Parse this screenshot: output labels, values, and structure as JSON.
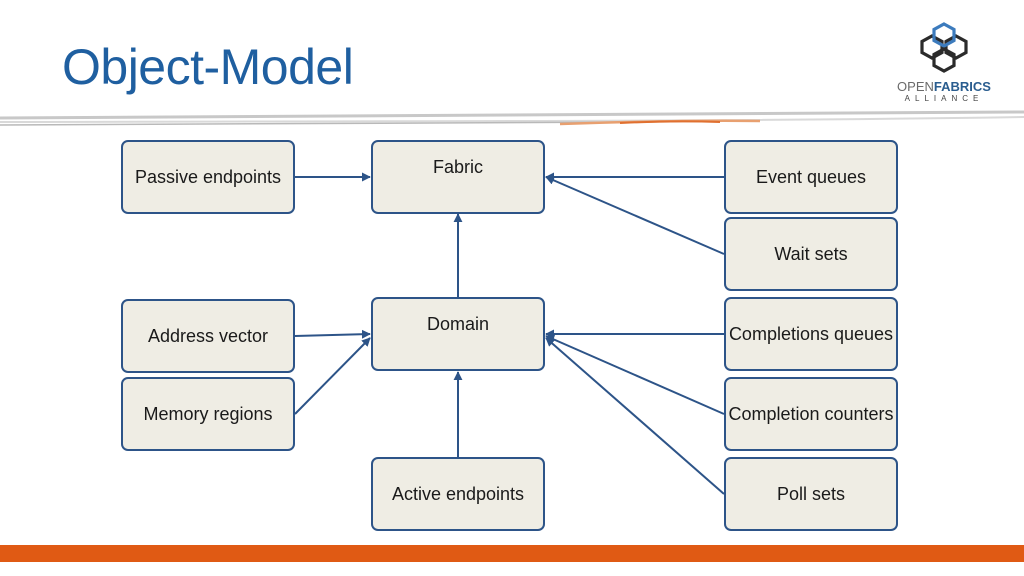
{
  "slide": {
    "title": "Object-Model"
  },
  "logo": {
    "open": "OPEN",
    "fabrics": "FABRICS",
    "alliance": "ALLIANCE"
  },
  "colors": {
    "title": "#1f5fa0",
    "box_fill": "#efede4",
    "box_border": "#2d5488",
    "arrow": "#2d5488",
    "accent_bar": "#e05a14"
  },
  "nodes": {
    "passive_endpoints": "Passive endpoints",
    "fabric": "Fabric",
    "event_queues": "Event queues",
    "wait_sets": "Wait sets",
    "address_vector": "Address vector",
    "domain": "Domain",
    "completion_queues": "Completions queues",
    "memory_regions": "Memory regions",
    "completion_counters": "Completion counters",
    "active_endpoints": "Active endpoints",
    "poll_sets": "Poll sets"
  },
  "edges": [
    {
      "from": "passive_endpoints",
      "to": "fabric"
    },
    {
      "from": "event_queues",
      "to": "fabric"
    },
    {
      "from": "wait_sets",
      "to": "fabric"
    },
    {
      "from": "domain",
      "to": "fabric"
    },
    {
      "from": "address_vector",
      "to": "domain"
    },
    {
      "from": "memory_regions",
      "to": "domain"
    },
    {
      "from": "completion_queues",
      "to": "domain"
    },
    {
      "from": "completion_counters",
      "to": "domain"
    },
    {
      "from": "poll_sets",
      "to": "domain"
    },
    {
      "from": "active_endpoints",
      "to": "domain"
    }
  ]
}
